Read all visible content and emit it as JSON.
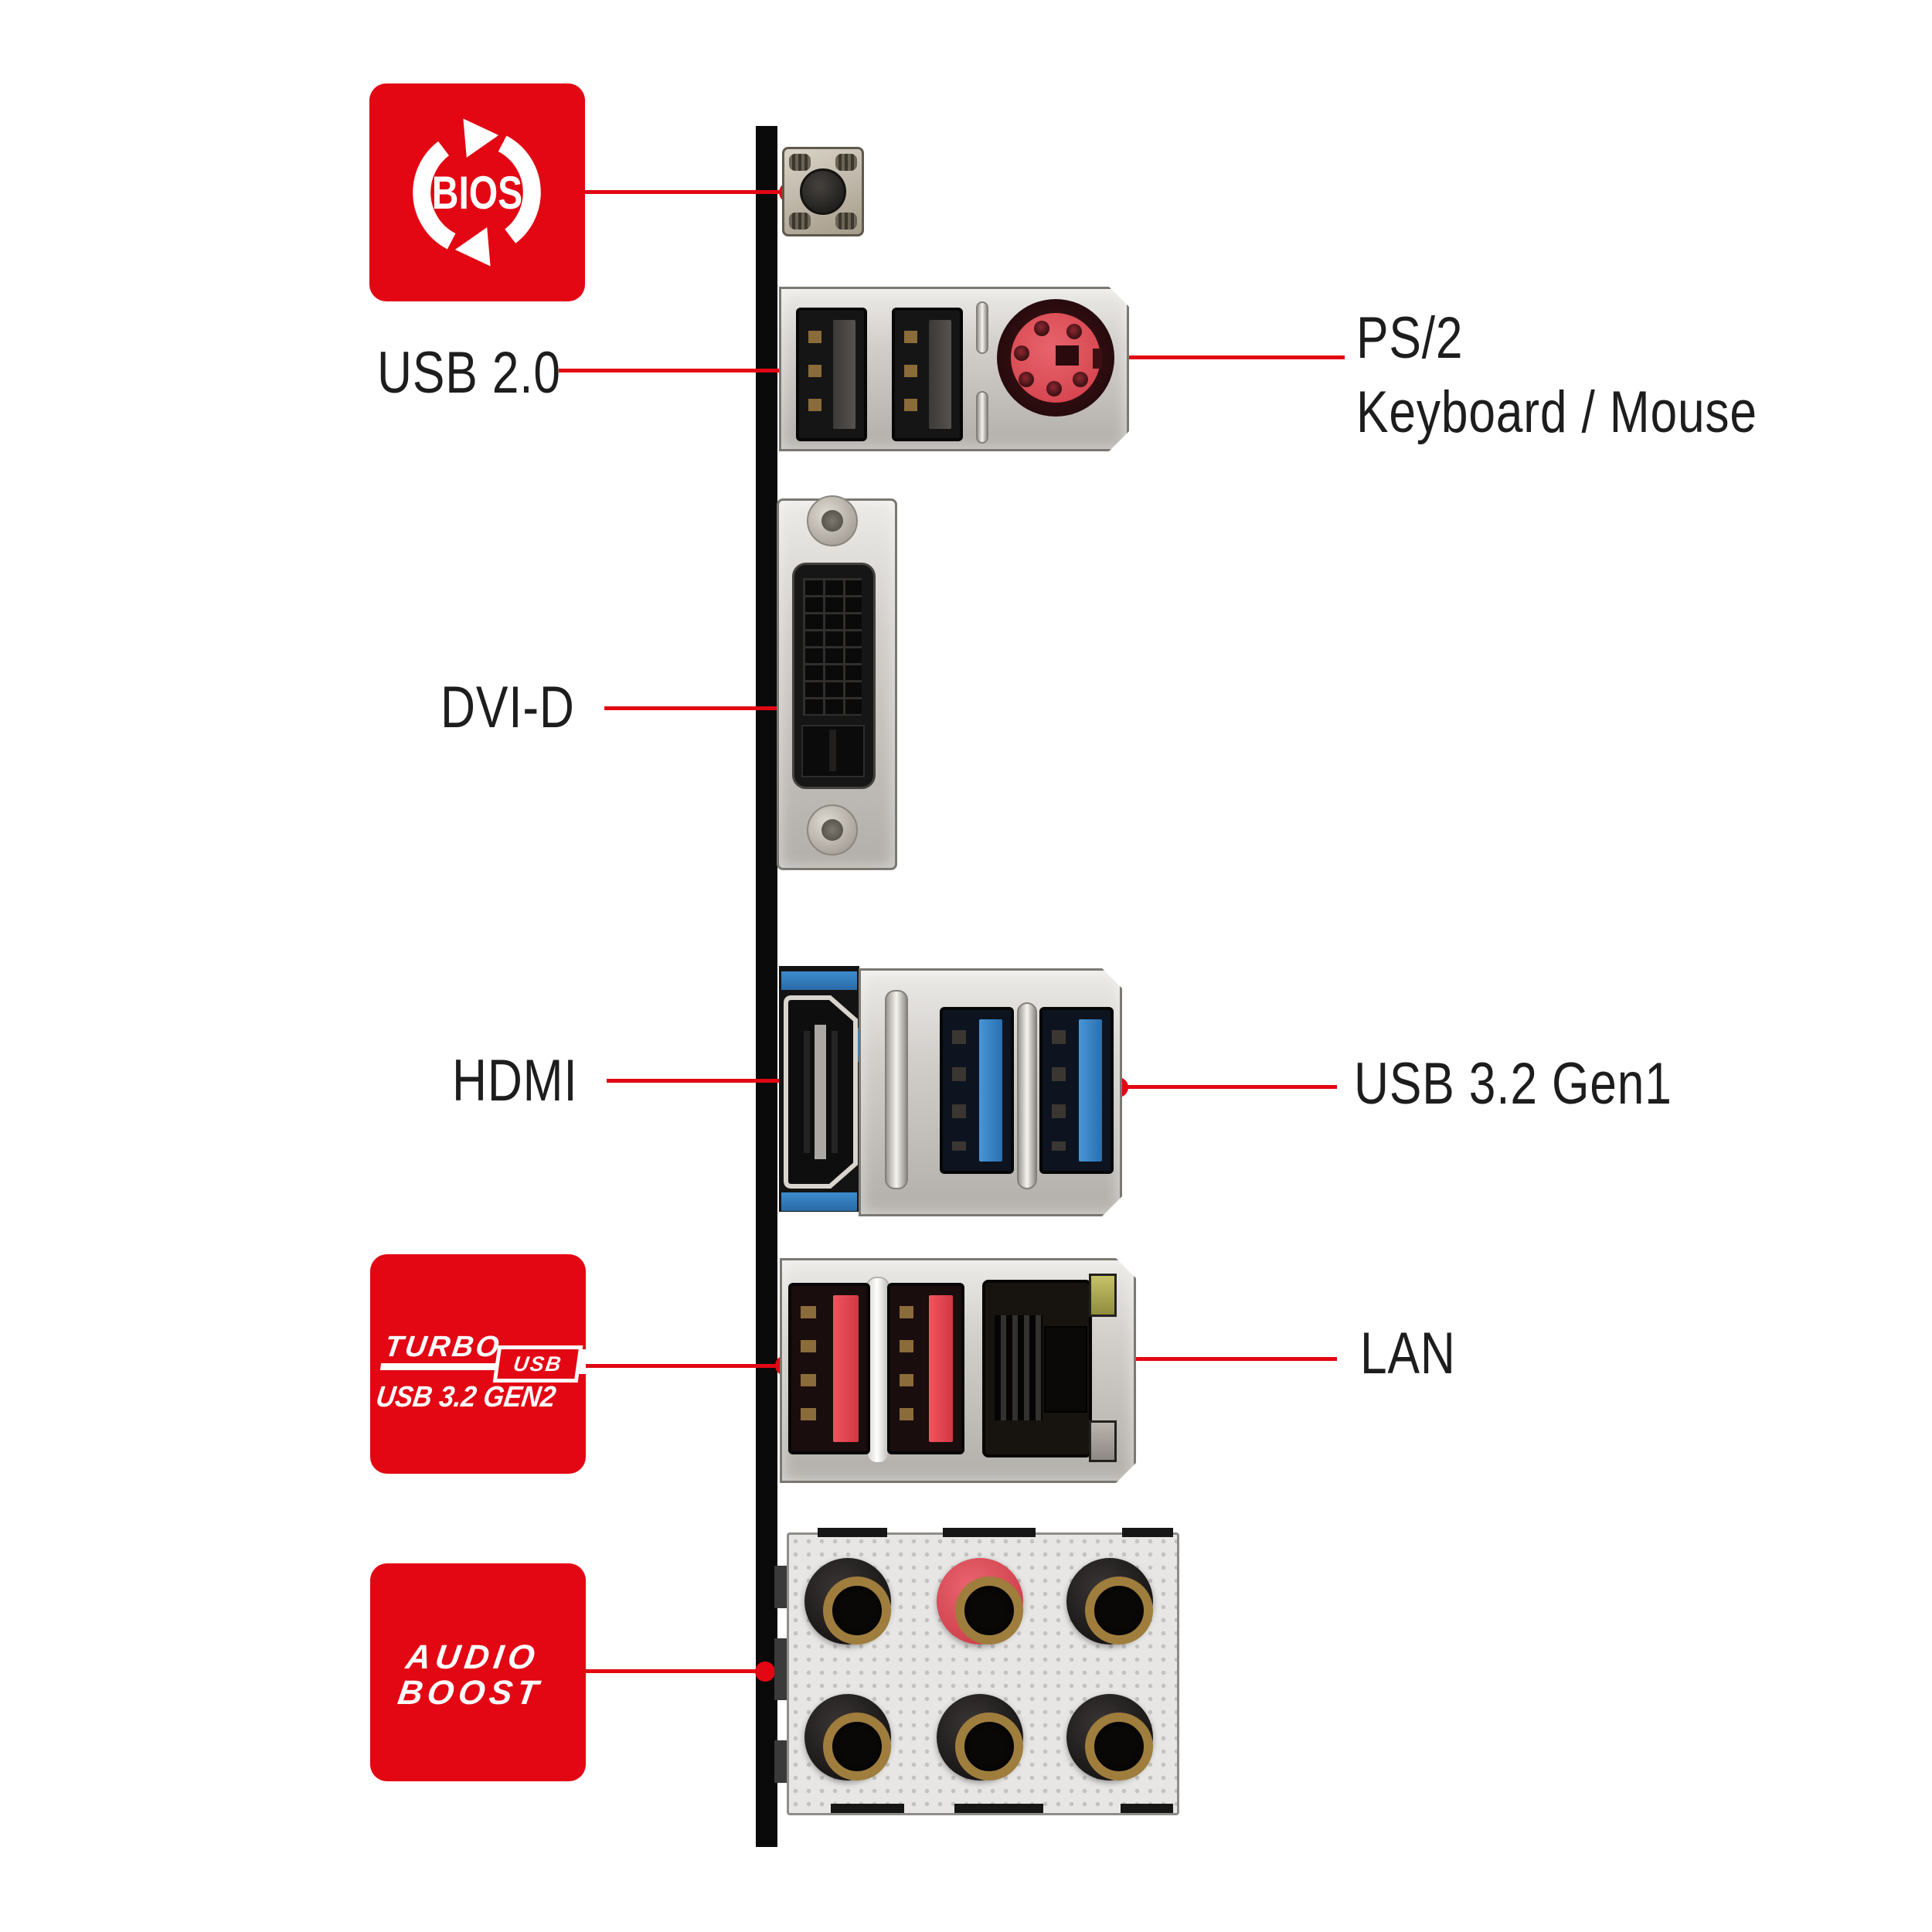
{
  "diagram": {
    "subject": "Motherboard rear I/O panel callout diagram",
    "accent_red": "#e30613",
    "usb3_blue": "#2f7dc0",
    "usb_gen2_red": "#e8434d",
    "ps2_red": "#e0555e"
  },
  "badges": {
    "bios": {
      "label": "BIOS"
    },
    "turbo_usb": {
      "turbo": "TURBO",
      "usb": "USB",
      "subtitle": "USB 3.2 GEN2"
    },
    "audio_boost": {
      "line1": "AUDIO",
      "line2": "BOOST"
    }
  },
  "labels": {
    "usb2": "USB 2.0",
    "ps2_title": "PS/2",
    "ps2_subtitle": "Keyboard / Mouse",
    "dvi": "DVI-D",
    "hdmi": "HDMI",
    "usb3_gen1": "USB 3.2 Gen1",
    "lan": "LAN"
  },
  "icons": {
    "bios_badge_arrows": "circular-refresh-arrows-icon"
  },
  "ports": [
    {
      "name": "bios-flashback-button",
      "count": 1
    },
    {
      "name": "usb-2.0-type-a",
      "count": 2
    },
    {
      "name": "ps2-keyboard-mouse",
      "count": 1
    },
    {
      "name": "dvi-d",
      "count": 1
    },
    {
      "name": "hdmi",
      "count": 1
    },
    {
      "name": "usb-3.2-gen1-type-a",
      "count": 2
    },
    {
      "name": "usb-3.2-gen2-type-a",
      "count": 2
    },
    {
      "name": "lan-rj45",
      "count": 1
    },
    {
      "name": "audio-jack-3.5mm",
      "count": 6
    }
  ]
}
